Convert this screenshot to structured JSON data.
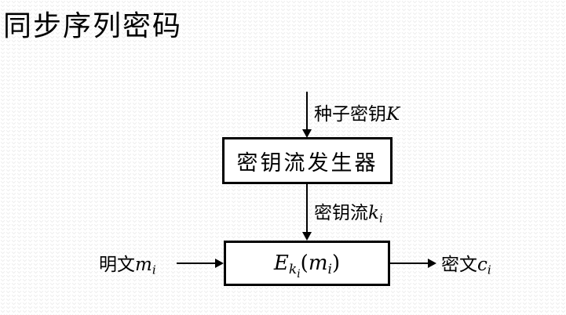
{
  "title": "同步序列密码",
  "colors": {
    "text": "#000000",
    "line": "#000000",
    "box_border": "#000000",
    "box_fill": "#ffffff",
    "background": "#ffffff",
    "texture": "#ececec"
  },
  "diagram": {
    "seed_key_label": {
      "prefix": "种子密钥",
      "var": "K"
    },
    "keystream_generator_box": {
      "label": "密钥流发生器"
    },
    "keystream_label": {
      "prefix": "密钥流",
      "var": "k",
      "sub": "i"
    },
    "encryption_box": {
      "formula": {
        "func": "E",
        "sub_base": "k",
        "sub_sub": "i",
        "lparen": "(",
        "arg": "m",
        "arg_sub": "i",
        "rparen": ")"
      }
    },
    "plaintext_label": {
      "prefix": "明文",
      "var": "m",
      "sub": "i"
    },
    "ciphertext_label": {
      "prefix": "密文",
      "var": "c",
      "sub": "i"
    }
  }
}
